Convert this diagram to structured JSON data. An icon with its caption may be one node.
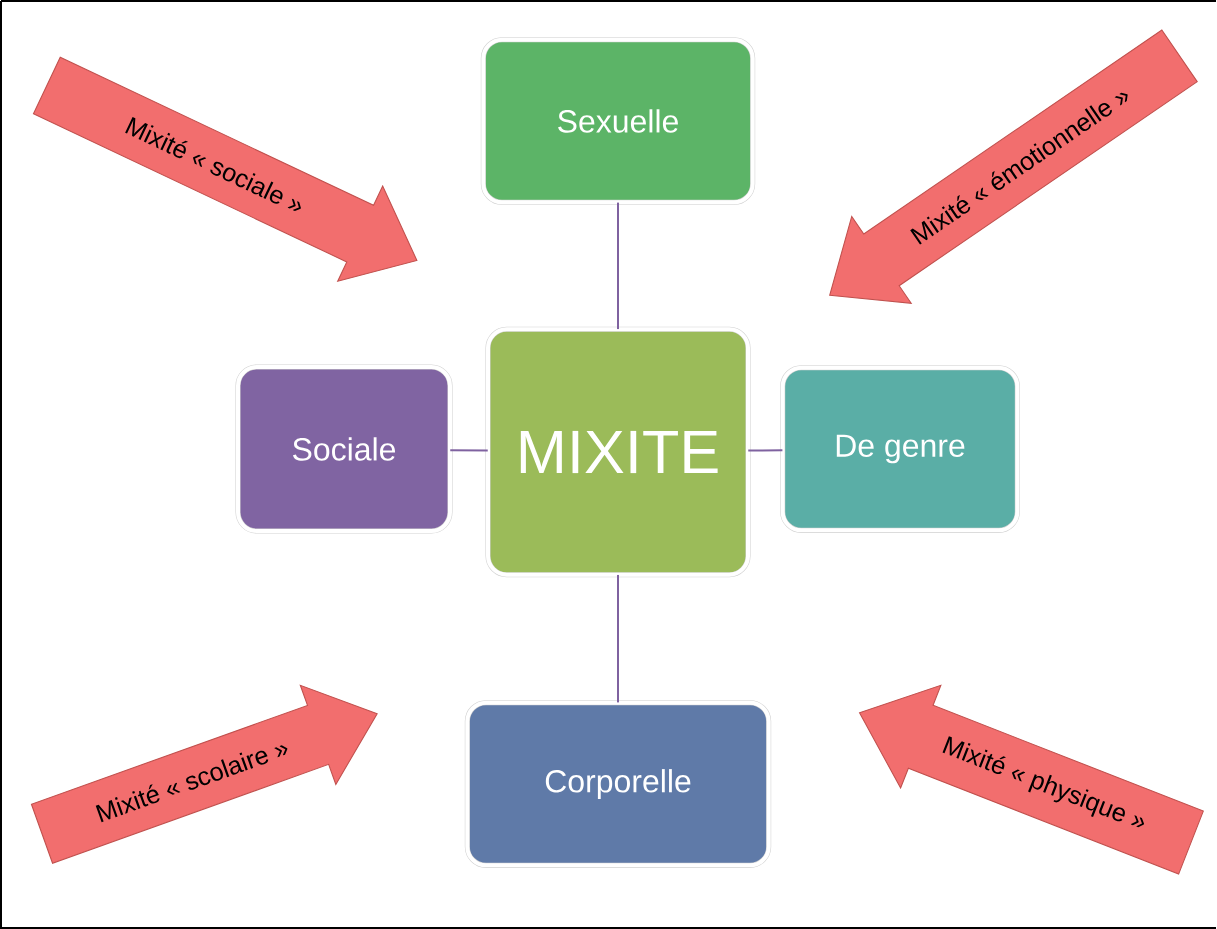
{
  "diagram": {
    "nodes": [
      {
        "text": [
          "Mixité « sociale »"
        ]
      },
      {
        "text": [
          "Sexuelle"
        ]
      },
      {
        "text": [
          "Mixité « émotionnelle »"
        ]
      },
      {
        "text": [
          "Sociale"
        ]
      },
      {
        "text": [
          "MIXITE"
        ]
      },
      {
        "text": [
          "De genre"
        ]
      },
      {
        "text": [
          "Mixité « scolaire »"
        ]
      },
      {
        "text": [
          "Corporelle"
        ]
      },
      {
        "text": [
          "Mixité « physique »"
        ]
      }
    ],
    "edges": [
      {
        "from": 4,
        "to": 1,
        "arrow": "none",
        "color": "#7f62a0"
      },
      {
        "from": 4,
        "to": 3,
        "arrow": "none",
        "color": "#7f62a0"
      },
      {
        "from": 4,
        "to": 5,
        "arrow": "none",
        "color": "#7f62a0"
      },
      {
        "from": 4,
        "to": 7,
        "arrow": "none",
        "color": "#7f62a0"
      }
    ]
  }
}
